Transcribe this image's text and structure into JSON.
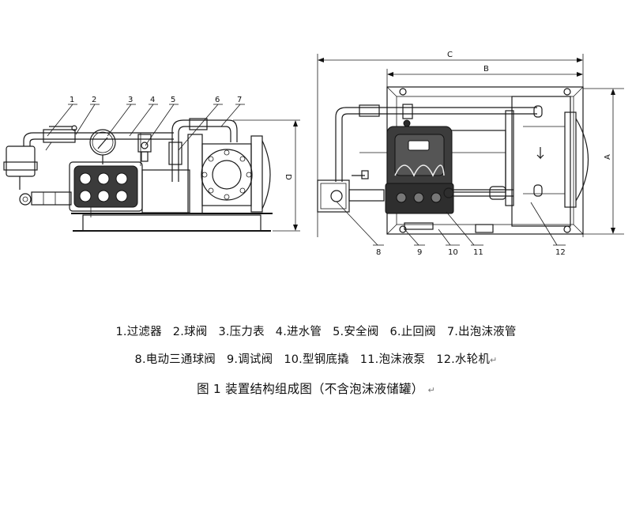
{
  "figure": {
    "title": "图 1  装置结构组成图（不含泡沫液储罐）",
    "return_mark": "↵"
  },
  "legend": {
    "row1": [
      {
        "num": "1.",
        "label": "过滤器"
      },
      {
        "num": "2.",
        "label": "球阀"
      },
      {
        "num": "3.",
        "label": "压力表"
      },
      {
        "num": "4.",
        "label": "进水管"
      },
      {
        "num": "5.",
        "label": "安全阀"
      },
      {
        "num": "6.",
        "label": "止回阀"
      },
      {
        "num": "7.",
        "label": "出泡沫液管"
      }
    ],
    "row2": [
      {
        "num": "8.",
        "label": "电动三通球阀"
      },
      {
        "num": "9.",
        "label": "调试阀"
      },
      {
        "num": "10.",
        "label": "型钢底撬"
      },
      {
        "num": "11.",
        "label": "泡沫液泵"
      },
      {
        "num": "12.",
        "label": "水轮机"
      }
    ]
  },
  "side_view": {
    "callouts": [
      "1",
      "2",
      "3",
      "4",
      "5",
      "6",
      "7"
    ],
    "dimension": "D"
  },
  "top_view": {
    "callouts": [
      "8",
      "9",
      "10",
      "11",
      "12"
    ],
    "dimensions": {
      "overall_length": "C",
      "frame_length": "B",
      "width": "A"
    }
  }
}
